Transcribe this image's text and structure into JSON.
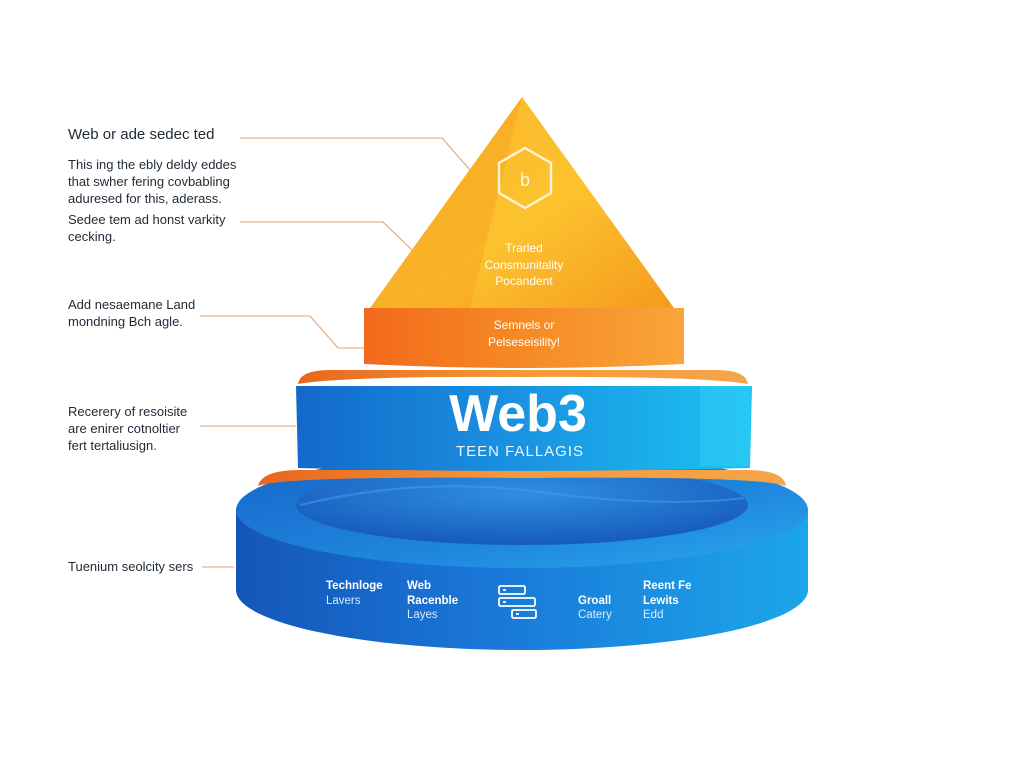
{
  "callouts": {
    "c1": "Web or ade sedec ted",
    "c2": [
      "This ing the ebly deldy eddes",
      "that swher fering covbabling",
      "aduresed for this, aderass."
    ],
    "c3": [
      "Sedee tem ad honst varkity",
      "cecking."
    ],
    "c4": [
      "Add nesaemane Land",
      "mondning Bch agle."
    ],
    "c5": [
      "Recerery of resoisite",
      "are enirer cotnoltier",
      "fert tertaliusign."
    ],
    "c6": "Tuenium seolcity sers"
  },
  "pyramid": {
    "top": {
      "badge_letter": "b",
      "lines": [
        "Trarled",
        "Consmunitality",
        "Pocandent"
      ]
    },
    "upper_band": {
      "lines": [
        "Semnels or",
        "Pelseseisility!"
      ]
    },
    "middle": {
      "title": "Web3",
      "subtitle": "TEEN FALLAGIS"
    },
    "base": {
      "groups": [
        {
          "lines": [
            "Technloge",
            "Lavers"
          ]
        },
        {
          "lines": [
            "Web",
            "Racenble",
            "Layes"
          ]
        },
        {
          "icon": "server-stack-icon"
        },
        {
          "lines": [
            "Groall",
            "Catery"
          ]
        },
        {
          "lines": [
            "Reent Fe",
            "Lewits",
            "Edd"
          ]
        }
      ]
    }
  },
  "colors": {
    "orange_light": "#fdc42c",
    "orange_dark": "#f6931c",
    "band_orange": "#f47a1f",
    "blue_light": "#1fb3ee",
    "blue_dark": "#1566c8",
    "connector_line": "#e4a175"
  }
}
